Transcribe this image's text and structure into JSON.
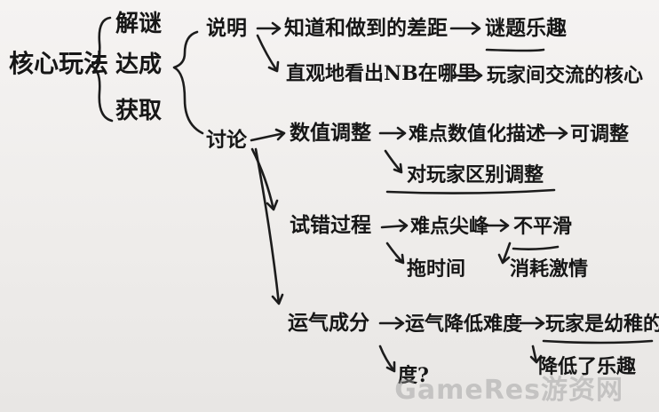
{
  "root": "核心玩法",
  "aspects": [
    "解谜",
    "达成",
    "获取"
  ],
  "branches": {
    "explain": {
      "label": "说明",
      "items": [
        {
          "text": "知道和做到的差距",
          "result": "谜题乐趣"
        },
        {
          "text": "直观地看出NB在哪里",
          "result": "玩家间交流的核心"
        }
      ]
    },
    "discuss": {
      "label": "讨论",
      "numeric": {
        "label": "数值调整",
        "step1": "难点数值化描述",
        "step2": "可调整",
        "sub": "对玩家区别调整"
      },
      "trial": {
        "label": "试错过程",
        "step1": "难点尖峰",
        "step2": "不平滑",
        "sub1": "拖时间",
        "sub2": "消耗激情"
      },
      "luck": {
        "label": "运气成分",
        "step1": "运气降低难度",
        "step2": "玩家是幼稚的",
        "sub1": "度?",
        "sub2": "降低了乐趣"
      }
    }
  },
  "watermark": "GameRes游资网"
}
